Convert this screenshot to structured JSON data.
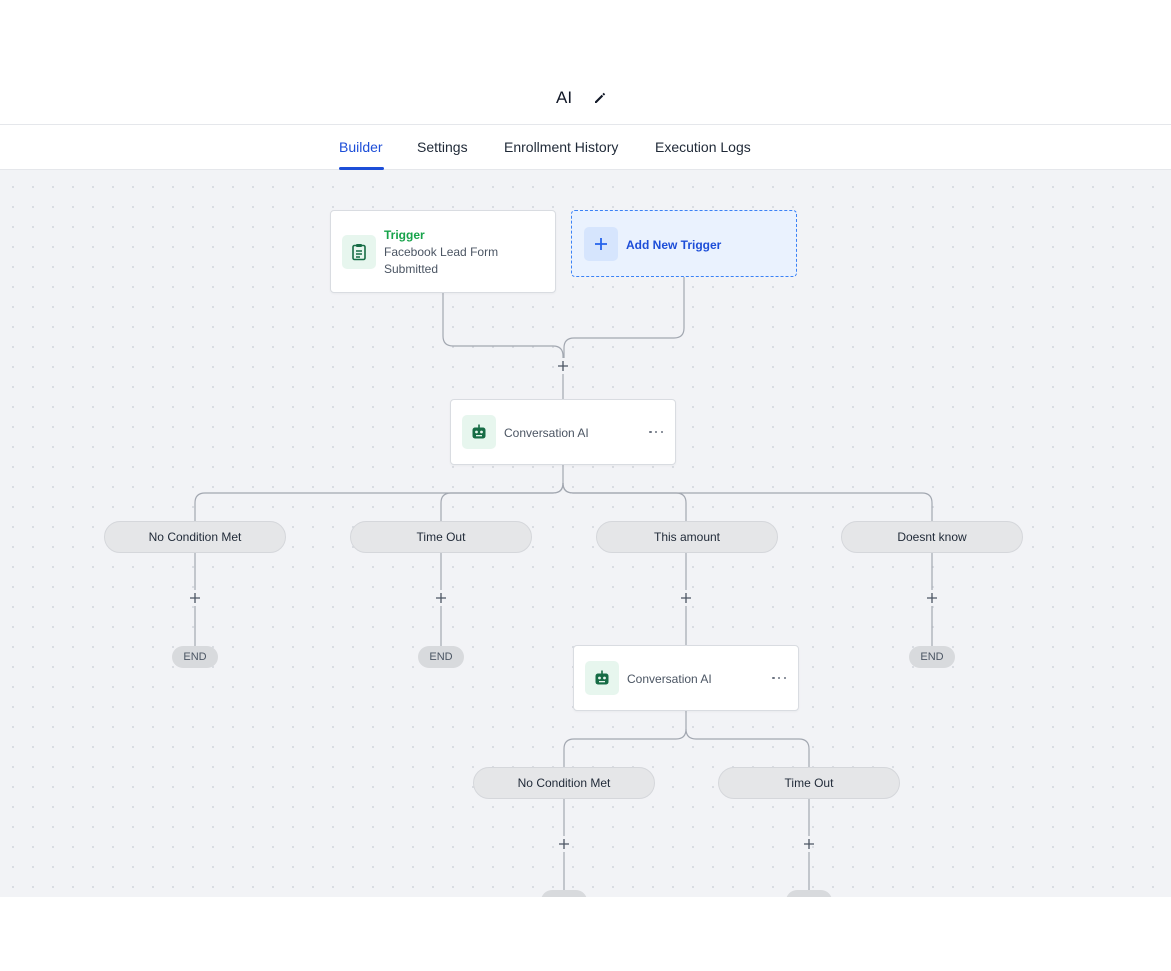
{
  "header": {
    "title": "AI"
  },
  "tabs": [
    {
      "label": "Builder",
      "active": true
    },
    {
      "label": "Settings",
      "active": false
    },
    {
      "label": "Enrollment History",
      "active": false
    },
    {
      "label": "Execution Logs",
      "active": false
    }
  ],
  "trigger": {
    "label": "Trigger",
    "name": "Facebook Lead Form Submitted"
  },
  "add_trigger": {
    "label": "Add New Trigger"
  },
  "actions": [
    {
      "label": "Conversation AI"
    },
    {
      "label": "Conversation AI"
    }
  ],
  "branches": [
    {
      "label": "No Condition Met"
    },
    {
      "label": "Time Out"
    },
    {
      "label": "This amount"
    },
    {
      "label": "Doesnt know"
    }
  ],
  "sub_branches": [
    {
      "label": "No Condition Met"
    },
    {
      "label": "Time Out"
    }
  ],
  "end_label": "END",
  "colors": {
    "accent": "#1d4ed8",
    "trigger_green": "#16a34a",
    "icon_green": "#166c45",
    "canvas_bg": "#f2f3f6"
  }
}
